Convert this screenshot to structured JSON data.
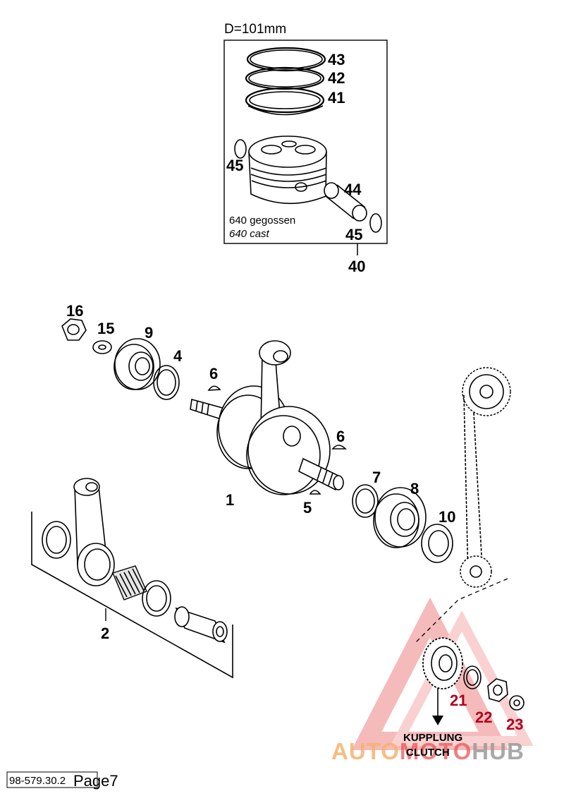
{
  "header": {
    "bore_label": "D=101mm"
  },
  "piston_box": {
    "caption_de": "640 gegossen",
    "caption_en": "640 cast",
    "callouts": [
      "43",
      "42",
      "41",
      "45",
      "44",
      "45"
    ],
    "assembly_number": "40"
  },
  "crank_callouts": [
    "16",
    "15",
    "9",
    "4",
    "6",
    "6",
    "1",
    "5",
    "7",
    "8",
    "10"
  ],
  "conrod_kit": {
    "number": "2"
  },
  "clutch_gear": {
    "callouts": [
      "21",
      "22",
      "23"
    ],
    "label_de": "KUPPLUNG",
    "label_en": "CLUTCH"
  },
  "watermark": {
    "text_auto": "AUTO",
    "text_moto": "MOTO",
    "text_hub": "HUB",
    "colors": {
      "auto": "#f6b26b",
      "moto": "#e84b4b",
      "hub": "#9a9a9a"
    }
  },
  "footer": {
    "drawing_ref": "98-579.30.2",
    "page_label": "Page7"
  }
}
